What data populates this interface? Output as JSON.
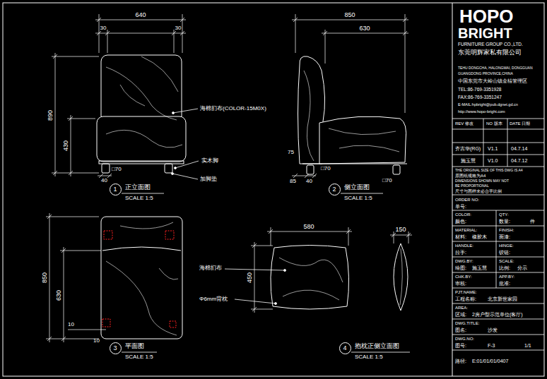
{
  "diagram": {
    "nodes": [
      {
        "text": [
          "1"
        ]
      },
      {
        "text": [
          "2"
        ]
      },
      {
        "text": [
          "3"
        ]
      },
      {
        "text": [
          "4"
        ]
      }
    ],
    "labels": [
      "640",
      "30",
      "30",
      "890",
      "430",
      "40",
      "□70",
      "海棉扪布(COLOR-15M0X)",
      "实木脚",
      "加脚垫",
      "正立面图",
      "SCALE 1:5",
      "850",
      "630",
      "75",
      "85",
      "40",
      "□70",
      "□70",
      "侧立面图",
      "SCALE 1:5",
      "850",
      "630",
      "10",
      "10",
      "平面图",
      "SCALE 1:5",
      "580",
      "450",
      "150",
      "海棉扪布",
      "Φ6mm背枕",
      "抱枕正侧立面图",
      "SCALE 1:5",
      "HOPO",
      "BRIGHT",
      "FURNITURE GROUP CO.,LTD.",
      "东莞明辉家私有限公司",
      "TEHU DONGCHA, HALONGMAI, DONGGUAN",
      "GUANGDONG PROVINCE,CHINA",
      "中国东莞市大岭山镇金桔管理区",
      "TEL:86-769-3351928",
      "FAX:86-769-3351247",
      "E-MAIL:hpbright@pub.dgnet.gd.cn",
      "http://www.hopo-bright.com",
      "REV 修改",
      "NO 版本",
      "DATE 日期",
      "齐吉华(RG)",
      "V1.1",
      "04.7.14",
      "施玉慧",
      "V1.0",
      "04.7.12",
      "THE ORIGINAL SIZE OF THIS DWG IS A4",
      "原图纸规格为A4",
      "DIMENSIONS SHOWN MAY NOT",
      "BE PROPORTIONAL",
      "尺寸与图样未必合乎比例",
      "ORDER NO:",
      "单号:",
      "COLOR:",
      "QTY:",
      "颜色:",
      "数量:",
      "件",
      "MATERIAL:",
      "FINISH:",
      "材料:",
      "橡胶木",
      "面漆:",
      "HANDLE:",
      "HINGE:",
      "拉手:",
      "铰链:",
      "DWG.BY:",
      "SCALE:",
      "绘图:",
      "施玉慧",
      "比例:",
      "分示",
      "CHK.BY:",
      "APP.BY:",
      "审核:",
      "批准:",
      "PJT.NAME:",
      "工程名称:",
      "北京新世家园",
      "AREA:",
      "区域:",
      "2房户型示范单位(客厅)",
      "DWG.TITLE:",
      "图名:",
      "沙发",
      "DWG.NO:",
      "图号:",
      "F-3",
      "1/1",
      "路径:",
      "E:01/01/01/0407"
    ]
  }
}
